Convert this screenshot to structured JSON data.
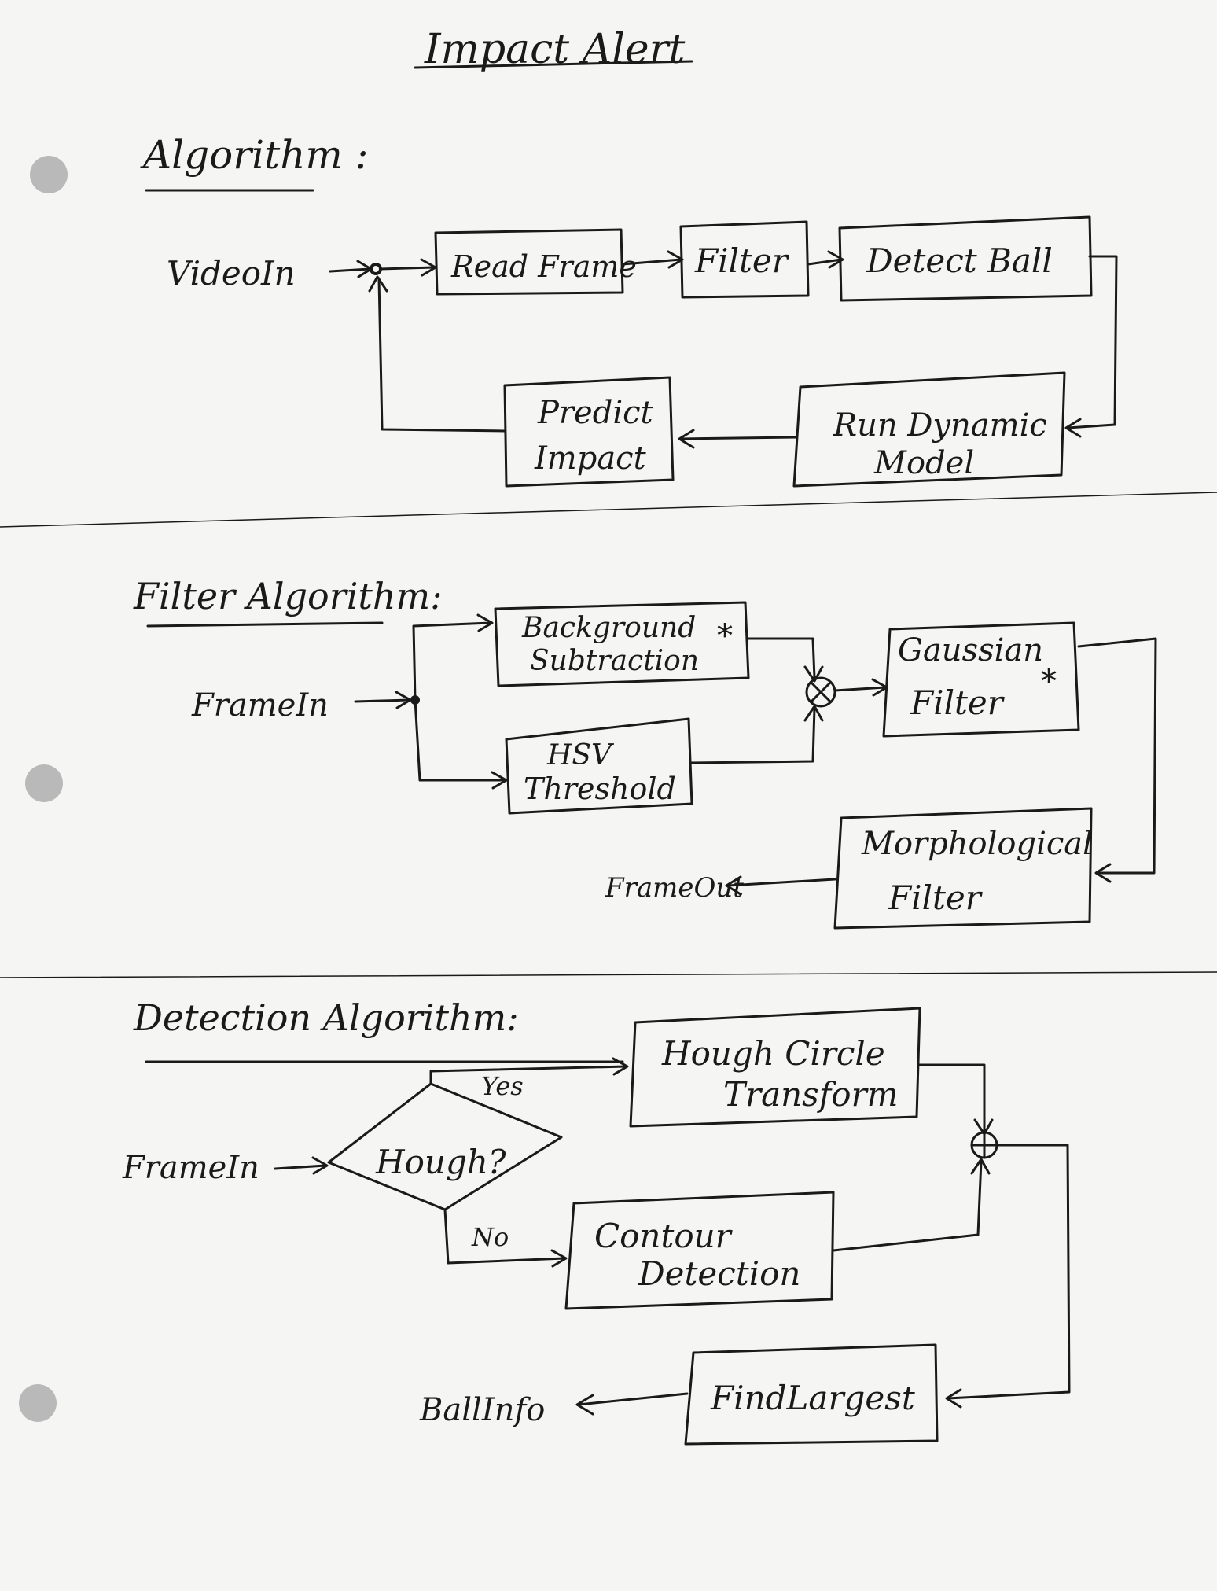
{
  "title": "Impact Alert",
  "colors": {
    "ink": "#1a1a1a",
    "paper": "#f5f5f3",
    "hole": "#b9b9b9",
    "rule": "#9a9a9a"
  },
  "sections": {
    "main": {
      "heading": "Algorithm :",
      "input": "VideoIn",
      "blocks": {
        "read_frame": "Read Frame",
        "filter": "Filter",
        "detect_ball": "Detect Ball",
        "run_dynamic_model": [
          "Run Dynamic",
          "Model"
        ],
        "predict_impact": [
          "Predict",
          "Impact"
        ]
      }
    },
    "filter": {
      "heading": "Filter Algorithm:",
      "input": "FrameIn",
      "output": "FrameOut",
      "blocks": {
        "background_subtraction": [
          "Background",
          "Subtraction"
        ],
        "hsv_threshold": [
          "HSV",
          "Threshold"
        ],
        "gaussian_filter": [
          "Gaussian",
          "Filter"
        ],
        "morphological_filter": [
          "Morphological",
          "Filter"
        ]
      },
      "asterisk": "*"
    },
    "detection": {
      "heading": "Detection Algorithm:",
      "input": "FrameIn",
      "output": "BallInfo",
      "decision": "Hough?",
      "yes_label": "Yes",
      "no_label": "No",
      "blocks": {
        "hough_circle_transform": [
          "Hough Circle",
          "Transform"
        ],
        "contour_detection": [
          "Contour",
          "Detection"
        ],
        "find_largest": "FindLargest"
      }
    }
  }
}
